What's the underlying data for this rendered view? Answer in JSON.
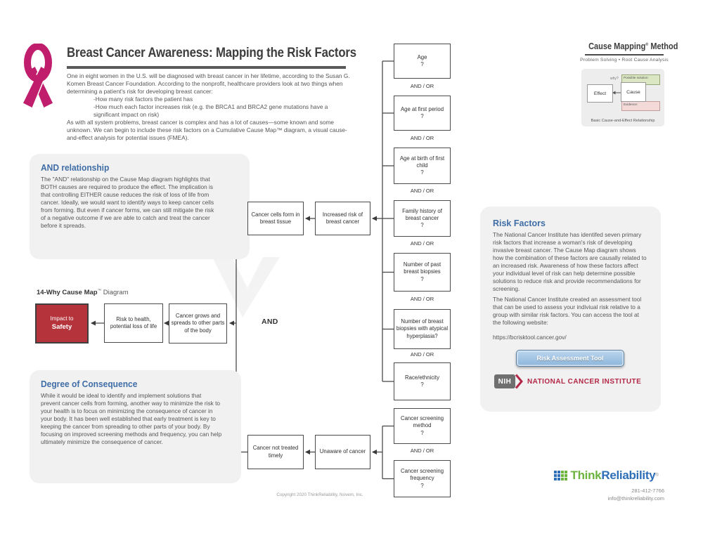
{
  "page": {
    "title": "Breast Cancer Awareness: Mapping the Risk Factors",
    "intro_p1": "One in eight women in the U.S. will be diagnosed with breast cancer in her lifetime, according to the Susan G. Komen Breast Cancer Foundation. According to the nonprofit, healthcare providers look at two things when determining a patient's risk for developing breast cancer:",
    "bullet1": "-How many risk factors the patient has",
    "bullet2": "-How much each factor increases risk (e.g. the BRCA1 and BRCA2 gene mutations have a significant impact on risk)",
    "intro_p2": "As with all system problems, breast cancer is complex and has a lot of causes—some known and some unknown. We can begin to include these risk factors on a Cumulative Cause Map™ diagram, a visual cause-and-effect analysis for potential issues (FMEA).",
    "copyright": "Copyright 2020 ThinkReliability, Novem, Inc."
  },
  "method_panel": {
    "title_main": "Cause Mapping",
    "title_reg": "®",
    "title_rest": " Method",
    "subtitle": "Problem Solving • Root Cause Analysis",
    "effect_label": "Effect",
    "cause_label": "Cause",
    "why_label": "why?",
    "solution_label": "Possible solution:",
    "evidence_label": "Evidence:",
    "caption": "Basic Cause-and-Effect Relationship"
  },
  "and_callout": {
    "heading": "AND relationship",
    "body": "The \"AND\" relationship on the Cause Map diagram highlights that BOTH causes are required to produce the effect. The implication is that controlling EITHER cause reduces the risk of loss of life from cancer. Ideally, we would want to identify ways to keep cancer cells from forming. But even if cancer forms, we can still mitigate the risk of a negative outcome if we are able to catch and treat the cancer before it spreads."
  },
  "consequence_callout": {
    "heading": "Degree of Consequence",
    "body": "While it would be ideal to identify and implement solutions that prevent cancer cells from forming, another way to minimize the risk to your health is to focus on minimizing the consequence of cancer in your body. It has been well established that early treatment is key to keeping the cancer from spreading to other parts of your body. By focusing on improved screening methods and frequency, you can help ultimately minimize the consequence of cancer."
  },
  "risk_panel": {
    "heading": "Risk Factors",
    "p1": "The National Cancer Institute has identifed seven primary risk factors that increase a woman's risk of developing invasive breast cancer. The Cause Map diagram shows how the combination of these factors are causally related to an increased risk. Awareness of how these factors affect your individual level of risk can help determine possible solutions to reduce risk and provide recommendations for screening.",
    "p2": "The National Cancer Institute created an assessment tool that can be used to assess your indiviual risk relative to a group with similar risk factors. You can access the tool at the following website:",
    "url": "https://bcrisktool.cancer.gov/",
    "button_label": "Risk Assessment Tool",
    "nih_acronym": "NIH",
    "nih_name": "NATIONAL CANCER INSTITUTE"
  },
  "cause_map": {
    "diagram_label_bold": "14-Why Cause Map",
    "diagram_label_tm": "™",
    "diagram_label_rest": " Diagram",
    "and_label": "AND",
    "and_or": "AND / OR",
    "impact_line1": "Impact to",
    "impact_line2": "Safety",
    "risk_health": "Risk to health, potential loss of life",
    "cancer_grows": "Cancer grows and spreads to other parts of the body",
    "cancer_cells": "Cancer cells form in breast tissue",
    "increased_risk": "Increased risk of breast cancer",
    "cancer_not_treated": "Cancer not treated timely",
    "unaware": "Unaware of cancer",
    "risk_factors": [
      {
        "label": "Age",
        "q": "?"
      },
      {
        "label": "Age at first period",
        "q": "?"
      },
      {
        "label": "Age at birth of first child",
        "q": "?"
      },
      {
        "label": "Family history of breast cancer",
        "q": "?"
      },
      {
        "label": "Number of past breast biopsies",
        "q": "?"
      },
      {
        "label": "Number of breast biopsies with atypical hyperplasia?",
        "q": ""
      },
      {
        "label": "Race/ethnicity",
        "q": "?"
      }
    ],
    "screening_factors": [
      {
        "label": "Cancer screening method",
        "q": "?"
      },
      {
        "label": "Cancer screening frequency",
        "q": "?"
      }
    ]
  },
  "footer": {
    "brand_think": "Think",
    "brand_reliability": "Reliability",
    "brand_reg": "®",
    "phone": "281-412-7766",
    "email": "info@thinkreliability.com"
  },
  "colors": {
    "accent_blue": "#3f6da6",
    "impact_red": "#b5333a",
    "ribbon_pink": "#c01d6c",
    "nci_red": "#b22746"
  }
}
